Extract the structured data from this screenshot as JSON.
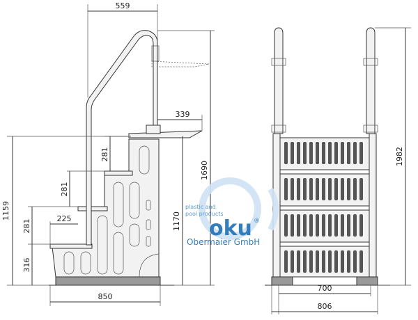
{
  "side_view": {
    "dim_top_width": "559",
    "dim_platform": "339",
    "dim_step_height_upper": "281",
    "dim_step_height_mid": "281",
    "dim_step_height_lower": "281",
    "dim_step_depth": "225",
    "dim_first_step": "316",
    "dim_platform_height": "1159",
    "dim_handrail_height": "1690",
    "dim_base_to_platform": "1170",
    "dim_base_width": "850"
  },
  "front_view": {
    "dim_total_height": "1982",
    "dim_inner_width": "700",
    "dim_outer_width": "806"
  },
  "watermark": {
    "tagline_line1": "plastic and",
    "tagline_line2": "pool products",
    "brand": "oku",
    "registered": "®",
    "company": "Obermaier GmbH"
  }
}
